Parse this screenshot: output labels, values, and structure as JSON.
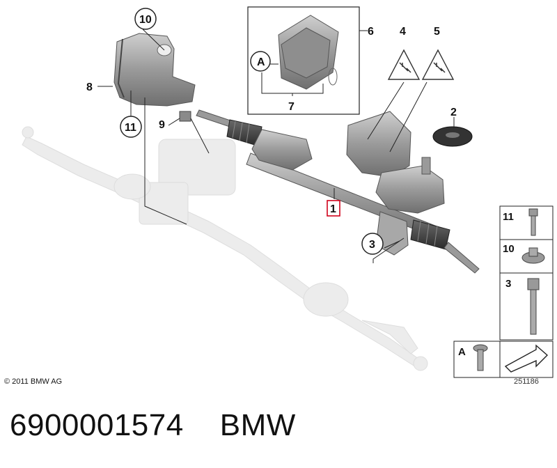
{
  "callouts": {
    "c1": "1",
    "c2": "2",
    "c3": "3",
    "c4": "4",
    "c5": "5",
    "c6": "6",
    "c7": "7",
    "c8": "8",
    "c9": "9",
    "c10": "10",
    "c11": "11",
    "cA": "A"
  },
  "side_panel": {
    "row11": "11",
    "row10": "10",
    "row3": "3",
    "rowA": "A"
  },
  "copyright": "© 2011 BMW AG",
  "reference_number": "251186",
  "caption": {
    "part_number": "6900001574",
    "brand": "BMW"
  },
  "colors": {
    "highlight_box": "#d0021b",
    "part_gray": "#8a8a8a",
    "ghost_gray": "#d9d9d9"
  }
}
